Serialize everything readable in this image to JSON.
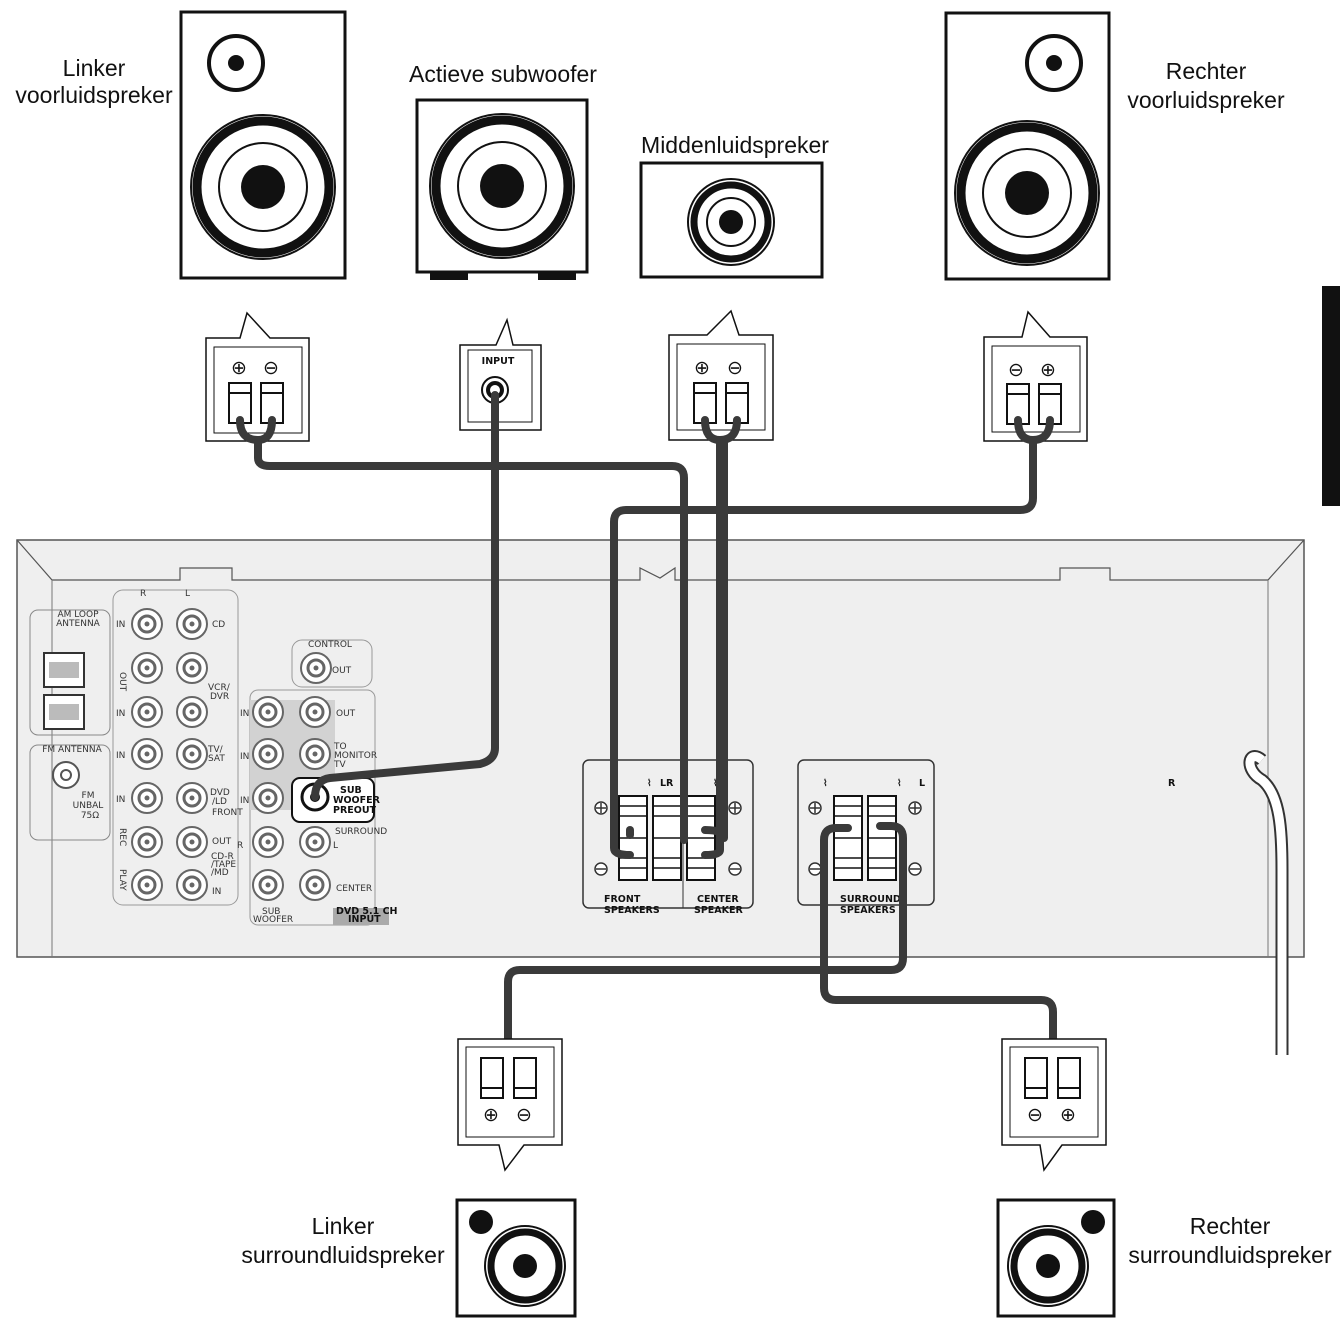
{
  "labels": {
    "front_left": [
      "Linker",
      "voorluidspreker"
    ],
    "subwoofer": "Actieve subwoofer",
    "center": "Middenluidspreker",
    "front_right": [
      "Rechter",
      "voorluidspreker"
    ],
    "surround_left": [
      "Linker",
      "surroundluidspreker"
    ],
    "surround_right": [
      "Rechter",
      "surroundluidspreker"
    ]
  },
  "subwoofer_input_label": "INPUT",
  "receiver": {
    "am_antenna": [
      "AM LOOP",
      "ANTENNA"
    ],
    "fm_antenna": "FM ANTENNA",
    "fm_unbal": [
      "FM",
      "UNBAL",
      "75Ω"
    ],
    "col_r": "R",
    "col_l": "L",
    "in": "IN",
    "out": "OUT",
    "cd": "CD",
    "vcr_dvr": [
      "VCR/",
      "DVR"
    ],
    "out_vert": "OUT",
    "tv_sat": [
      "TV/",
      "SAT"
    ],
    "dvd_ld": [
      "DVD",
      "/LD"
    ],
    "front_tag": "FRONT",
    "rec": "REC",
    "play": "PLAY",
    "cdr_tape_md": [
      "CD-R",
      "/TAPE",
      "/MD"
    ],
    "control": "CONTROL",
    "control_out": "OUT",
    "to_monitor": [
      "TO",
      "MONITOR",
      "TV"
    ],
    "sub_woofer_preout": [
      "SUB",
      "WOOFER",
      "PREOUT"
    ],
    "surround": "SURROUND",
    "surround_l": "L",
    "multi_r": "R",
    "center_jack": "CENTER",
    "sub_woofer": [
      "SUB",
      "WOOFER"
    ],
    "dvd_51": [
      "DVD 5.1 CH",
      "INPUT"
    ],
    "front_speakers": [
      "FRONT",
      "SPEAKERS"
    ],
    "center_speaker": [
      "CENTER",
      "SPEAKER"
    ],
    "surround_speakers": [
      "SURROUND",
      "SPEAKERS"
    ],
    "lr_mark": "LR",
    "l_mark": "L",
    "r_mark": "R"
  },
  "symbols": {
    "plus": "⊕",
    "minus": "⊖"
  },
  "colors": {
    "wire": "#3a3a3a",
    "panel": "#efefef",
    "outline": "#111111"
  }
}
